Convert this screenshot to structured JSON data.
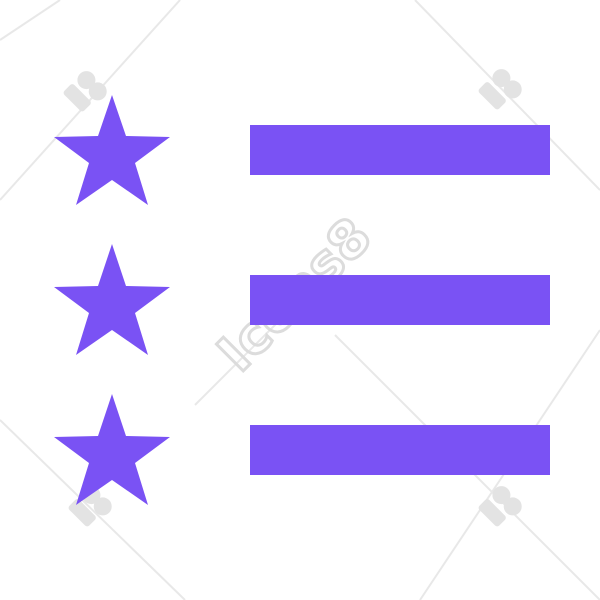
{
  "icon": {
    "name": "starred-list-icon",
    "accent_color": "#7a52f4",
    "rows": [
      {
        "star": "star-icon",
        "bar": "list-line"
      },
      {
        "star": "star-icon",
        "bar": "list-line"
      },
      {
        "star": "star-icon",
        "bar": "list-line"
      }
    ]
  },
  "watermark": {
    "text": "Icons8",
    "color": "#d9d9d9"
  }
}
